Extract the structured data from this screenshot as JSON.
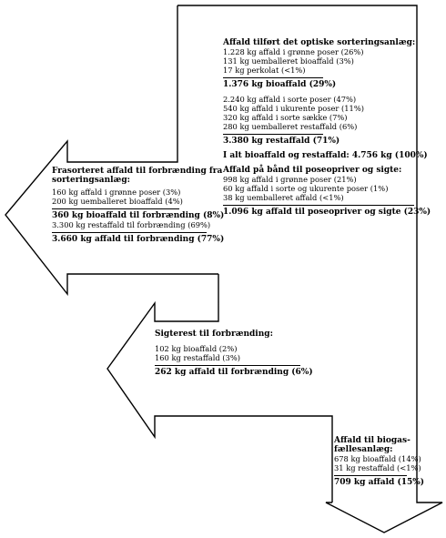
{
  "main": {
    "title": "Affald tilført det optiske sorteringsanlæg:",
    "lines_a": [
      "1.228 kg affald i grønne poser (26%)",
      "131 kg uemballeret bioaffald (3%)",
      "17 kg perkolat (<1%)"
    ],
    "total_bio": "1.376 kg bioaffald (29%)",
    "lines_b": [
      "2.240 kg affald i sorte poser (47%)",
      "540 kg affald i ukurente poser (11%)",
      "320 kg affald i sorte sække (7%)",
      "280 kg uemballeret restaffald (6%)"
    ],
    "total_rest": "3.380 kg restaffald (71%)",
    "grand_total": "I alt bioaffald og restaffald: 4.756 kg (100%)",
    "band_title": "Affald på bånd til poseopriver og sigte:",
    "band_lines": [
      "998 kg affald i grønne poser (21%)",
      "60 kg affald i sorte og ukurente poser (1%)",
      "38 kg uemballeret affald (<1%)"
    ],
    "band_total": "1.096 kg affald til poseopriver og sigte (23%)"
  },
  "left_upper": {
    "title_1": "Frasorteret affald til forbrænding fra",
    "title_2": "sorteringsanlæg:",
    "lines": [
      "160 kg affald i grønne poser (3%)",
      "200 kg uemballeret bioaffald (4%)"
    ],
    "total_bio": "360 kg bioaffald til forbrænding (8%)",
    "rest_line": "3.300 kg restaffald til forbrænding (69%)",
    "total": "3.660 kg affald til forbrænding (77%)"
  },
  "left_lower": {
    "title": "Sigterest til forbrænding:",
    "lines": [
      "102 kg bioaffald (2%)",
      "160 kg restaffald (3%)"
    ],
    "total": "262 kg affald til forbrænding (6%)"
  },
  "biogas": {
    "title_1": "Affald til biogas-",
    "title_2": "fællesanlæg:",
    "lines": [
      "678 kg bioaffald (14%)",
      "31 kg restaffald (<1%)"
    ],
    "total": "709 kg affald (15%)"
  }
}
